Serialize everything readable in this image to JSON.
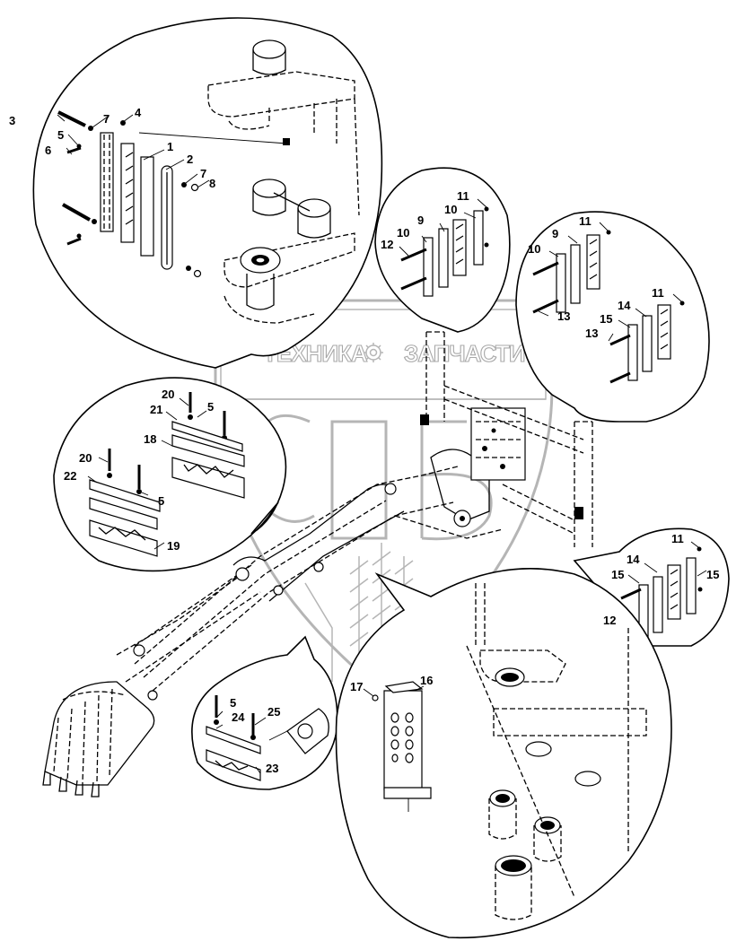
{
  "diagram": {
    "title": "Boom hose clamp installation (exploded view)",
    "watermark": {
      "left_text": "ТЕХНИКА",
      "right_text": "ЗАПЧАСТИ",
      "logo_letters": "СПб",
      "gear_icon": "gear-icon"
    },
    "callouts": {
      "top_left": [
        "3",
        "7",
        "4",
        "5",
        "6",
        "1",
        "2",
        "7",
        "8"
      ],
      "middle_upper": [
        "11",
        "10",
        "9",
        "10",
        "12"
      ],
      "right_upper_a": [
        "11",
        "9",
        "10",
        "13"
      ],
      "right_upper_b": [
        "11",
        "14",
        "15",
        "13"
      ],
      "left_middle": [
        "20",
        "5",
        "21",
        "18",
        "20",
        "22",
        "5",
        "19"
      ],
      "right_lower": [
        "11",
        "14",
        "15",
        "15",
        "12"
      ],
      "bottom_left": [
        "5",
        "24",
        "25",
        "23"
      ],
      "bottom_right": [
        "17",
        "16"
      ]
    },
    "part_numbers": [
      "1",
      "2",
      "3",
      "4",
      "5",
      "6",
      "7",
      "8",
      "9",
      "10",
      "11",
      "12",
      "13",
      "14",
      "15",
      "16",
      "17",
      "18",
      "19",
      "20",
      "21",
      "22",
      "23",
      "24",
      "25"
    ]
  }
}
